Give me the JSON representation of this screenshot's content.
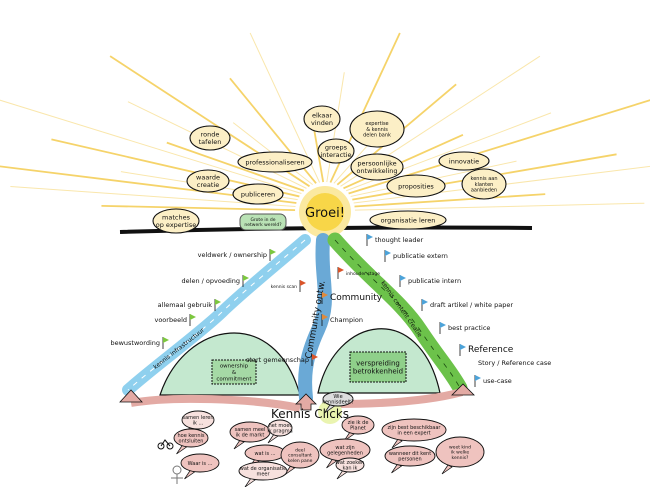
{
  "sun": {
    "label": "Groei!"
  },
  "top_bubbles": [
    {
      "lines": [
        "ronde",
        "tafelen"
      ]
    },
    {
      "lines": [
        "professionaliseren"
      ]
    },
    {
      "lines": [
        "waarde",
        "creatie"
      ]
    },
    {
      "lines": [
        "publiceren"
      ]
    },
    {
      "lines": [
        "matches",
        "op expertise"
      ]
    },
    {
      "lines": [
        "elkaar",
        "vinden"
      ]
    },
    {
      "lines": [
        "groeps",
        "interactie"
      ]
    },
    {
      "lines": [
        "expertise",
        "& kennis",
        "delen bank"
      ]
    },
    {
      "lines": [
        "persoonlijke",
        "ontwikkeling"
      ]
    },
    {
      "lines": [
        "innovatie"
      ]
    },
    {
      "lines": [
        "proposities"
      ]
    },
    {
      "lines": [
        "kennis aan",
        "klanten",
        "aanbieden"
      ]
    },
    {
      "lines": [
        "organisatie leren"
      ]
    }
  ],
  "green_note": {
    "lines": [
      "Grote in de",
      "netwerk wereld?"
    ]
  },
  "rivers": [
    {
      "label": "kennis infrastructuur"
    },
    {
      "label": "Community ontw."
    },
    {
      "label": "kennis content creatie"
    }
  ],
  "flags": [
    {
      "label": "veldwerk / ownership"
    },
    {
      "label": "delen / opvoeding"
    },
    {
      "label": "allemaal gebruik"
    },
    {
      "label": "voorbeeld"
    },
    {
      "label": "bewustwording"
    },
    {
      "label": "inhouder stage"
    },
    {
      "label": "kennis scan"
    },
    {
      "label": "Community"
    },
    {
      "label": "Champion"
    },
    {
      "label": "start gemeenschap"
    },
    {
      "label": "thought leader"
    },
    {
      "label": "publicatie extern"
    },
    {
      "label": "publicatie intern"
    },
    {
      "label": "draft artikel / white paper"
    },
    {
      "label": "best practice"
    },
    {
      "label": "Reference"
    },
    {
      "label": "Story / Reference case"
    },
    {
      "label": "use-case"
    }
  ],
  "hills": [
    {
      "lines": [
        "ownership",
        "&",
        "commitment"
      ]
    },
    {
      "lines": [
        "verspreiding",
        "betrokkenheid"
      ]
    }
  ],
  "clicks_title": "Kennis Clicks",
  "speech_bubbles": [
    {
      "lines": [
        "Wie",
        "kennisdeelt?"
      ]
    },
    {
      "lines": [
        "samen leren",
        "ik ..."
      ]
    },
    {
      "lines": [
        "hoe kennis",
        "ontsluiten"
      ]
    },
    {
      "lines": [
        "samen meel",
        "ik de markt"
      ]
    },
    {
      "lines": [
        "het moet",
        "ik pragma"
      ]
    },
    {
      "lines": [
        "wat is ..."
      ]
    },
    {
      "lines": [
        "deel",
        "consultant",
        "kelen pane"
      ]
    },
    {
      "lines": [
        "Waar is ..."
      ]
    },
    {
      "lines": [
        "wat de organisatie",
        "meer"
      ]
    },
    {
      "lines": [
        "zie ik de",
        "Planet"
      ]
    },
    {
      "lines": [
        "wat zijn",
        "gelegenheden"
      ]
    },
    {
      "lines": [
        "wat zoeken",
        "kan ik"
      ]
    },
    {
      "lines": [
        "zijn best beschikbaar",
        "in een expert"
      ]
    },
    {
      "lines": [
        "wanneer dit kent",
        "personen"
      ]
    },
    {
      "lines": [
        "weet kind",
        "ik welke",
        "kennis?"
      ]
    }
  ],
  "colors": {
    "bubble": "#fcefc6",
    "sun": "#f8d648",
    "ray": "#f5cf5a",
    "blue_river": "#8fd0ee",
    "mid_river": "#6aa9d6",
    "green_river": "#6cc24a",
    "hill": "#c4e8cf",
    "pink": "#efc3bf",
    "arrow": "#e3aaa4"
  }
}
